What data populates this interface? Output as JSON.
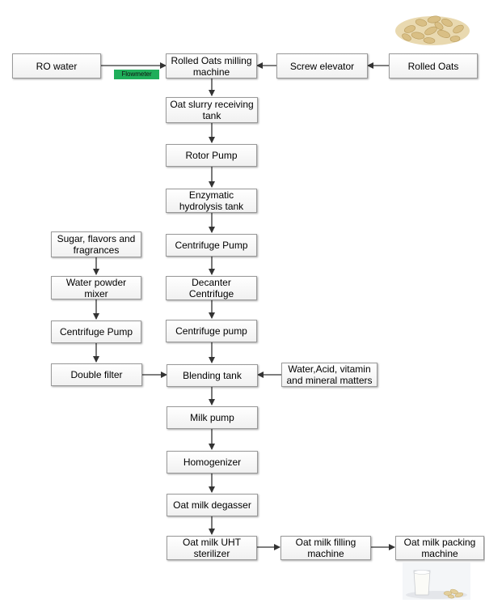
{
  "nodes": {
    "ro_water": "RO water",
    "flowmeter": "Flowmeter",
    "milling": "Rolled Oats milling machine",
    "screw_elevator": "Screw elevator",
    "rolled_oats": "Rolled Oats",
    "slurry_tank": "Oat slurry receiving tank",
    "rotor_pump": "Rotor Pump",
    "enzymatic": "Enzymatic hydrolysis tank",
    "centrifuge_pump_1": "Centrifuge Pump",
    "decanter": "Decanter Centrifuge",
    "centrifuge_pump_2": "Centrifuge pump",
    "sugar": "Sugar, flavors and fragrances",
    "water_powder": "Water powder mixer",
    "centrifuge_pump_left": "Centrifuge Pump",
    "double_filter": "Double filter",
    "blending_tank": "Blending tank",
    "water_acid": "Water,Acid, vitamin and mineral matters",
    "milk_pump": "Milk pump",
    "homogenizer": "Homogenizer",
    "degasser": "Oat milk degasser",
    "uht": "Oat milk UHT sterilizer",
    "filling": "Oat milk filling machine",
    "packing": "Oat milk packing machine"
  },
  "colors": {
    "flowmeter_tag": "#1fae5a",
    "box_border": "#9a9a9a",
    "arrow": "#333333"
  },
  "icons": {
    "top_right": "rolled-oats-photo",
    "bottom_right": "oat-milk-glass-photo"
  }
}
